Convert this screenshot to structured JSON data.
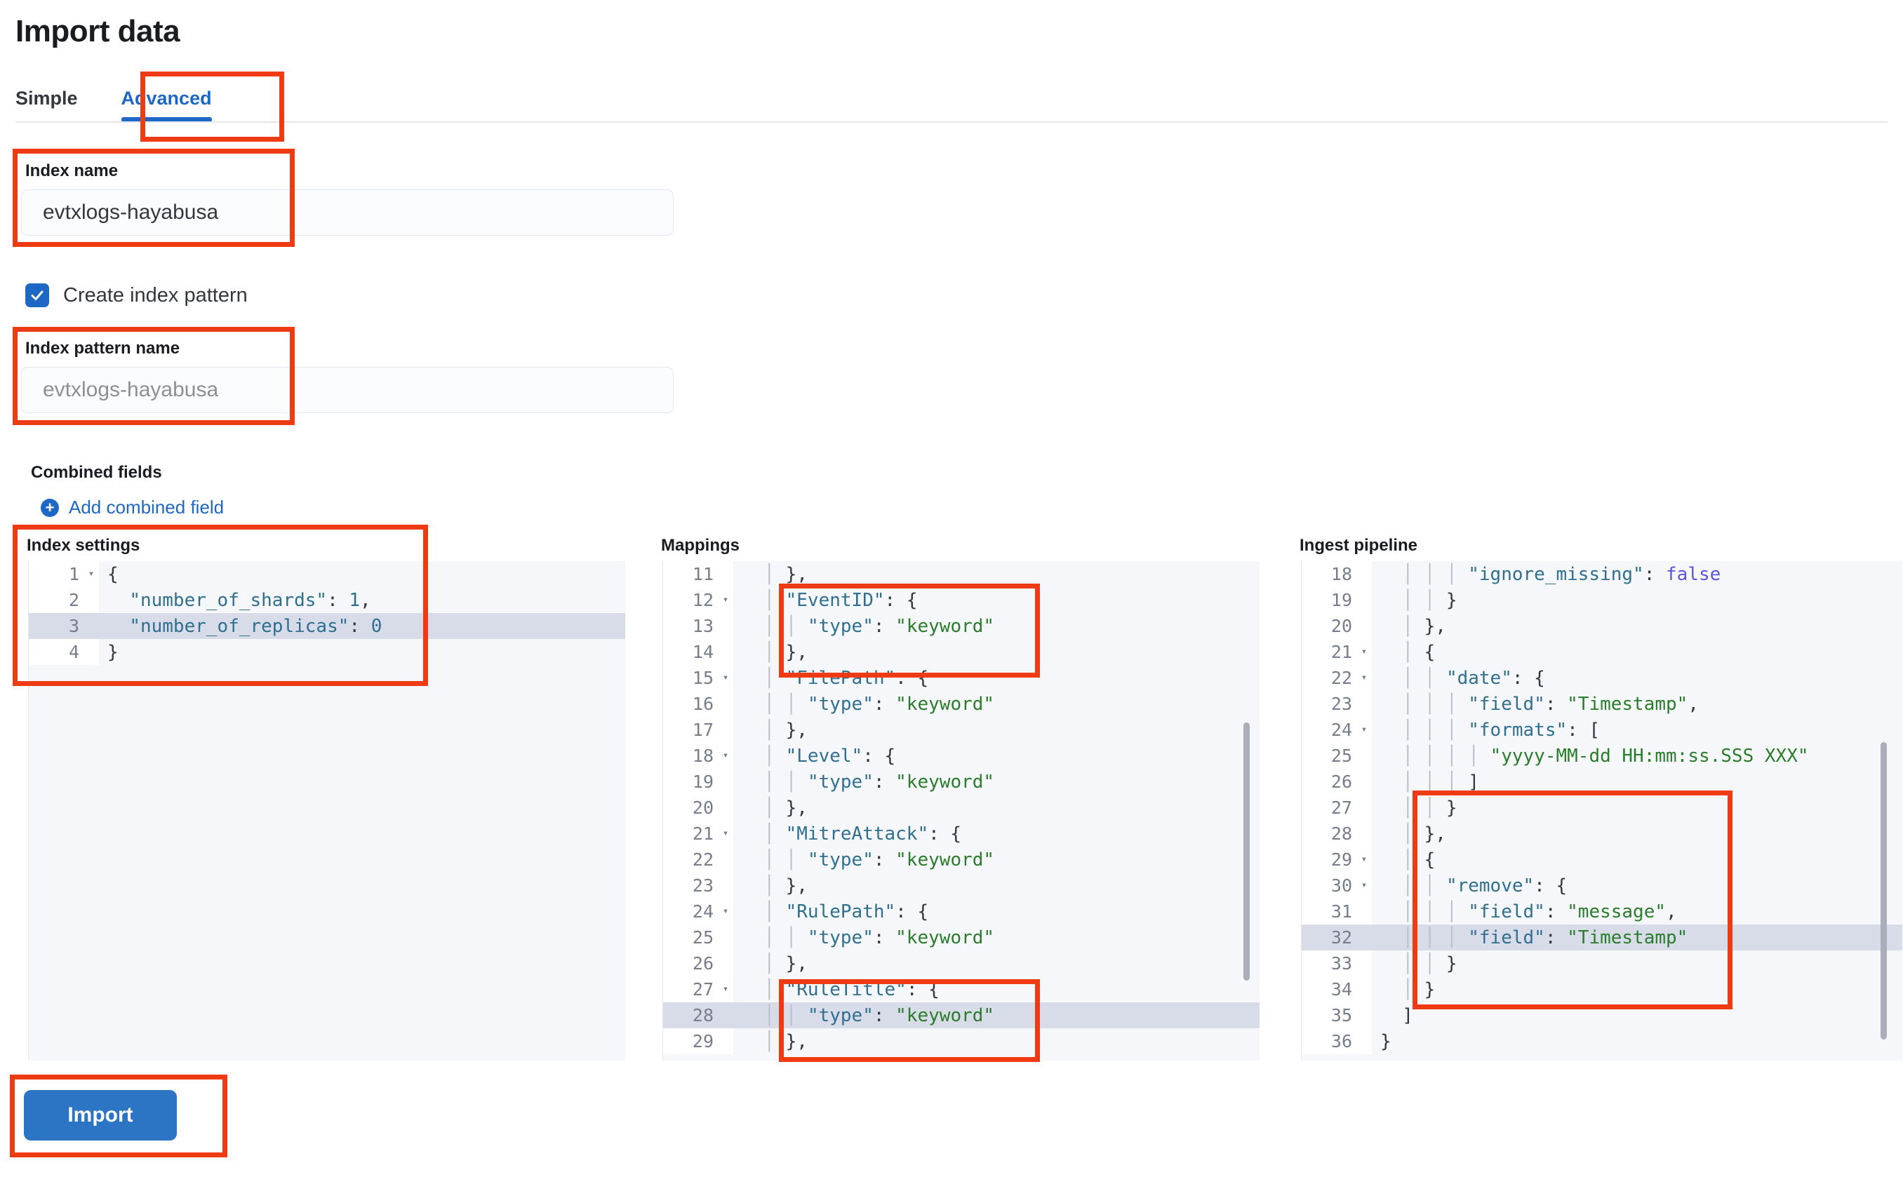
{
  "page": {
    "title": "Import data"
  },
  "tabs": [
    {
      "label": "Simple",
      "active": false
    },
    {
      "label": "Advanced",
      "active": true
    }
  ],
  "form": {
    "index_name": {
      "label": "Index name",
      "value": "evtxlogs-hayabusa"
    },
    "create_index_pattern": {
      "label": "Create index pattern",
      "checked": true
    },
    "index_pattern_name": {
      "label": "Index pattern name",
      "placeholder": "evtxlogs-hayabusa"
    },
    "combined_fields": {
      "label": "Combined fields",
      "add_link": "Add combined field"
    }
  },
  "editors": {
    "index_settings": {
      "title": "Index settings",
      "lines": [
        {
          "num": "1",
          "fold": true,
          "text": "{"
        },
        {
          "num": "2",
          "fold": false,
          "text": "  \"number_of_shards\": 1,"
        },
        {
          "num": "3",
          "fold": false,
          "text": "  \"number_of_replicas\": 0",
          "highlight": true
        },
        {
          "num": "4",
          "fold": false,
          "text": "}"
        }
      ]
    },
    "mappings": {
      "title": "Mappings",
      "lines": [
        {
          "num": "11",
          "fold": false,
          "text": "    },"
        },
        {
          "num": "12",
          "fold": true,
          "text": "    \"EventID\": {"
        },
        {
          "num": "13",
          "fold": false,
          "text": "      \"type\": \"keyword\""
        },
        {
          "num": "14",
          "fold": false,
          "text": "    },"
        },
        {
          "num": "15",
          "fold": true,
          "text": "    \"FilePath\": {"
        },
        {
          "num": "16",
          "fold": false,
          "text": "      \"type\": \"keyword\""
        },
        {
          "num": "17",
          "fold": false,
          "text": "    },"
        },
        {
          "num": "18",
          "fold": true,
          "text": "    \"Level\": {"
        },
        {
          "num": "19",
          "fold": false,
          "text": "      \"type\": \"keyword\""
        },
        {
          "num": "20",
          "fold": false,
          "text": "    },"
        },
        {
          "num": "21",
          "fold": true,
          "text": "    \"MitreAttack\": {"
        },
        {
          "num": "22",
          "fold": false,
          "text": "      \"type\": \"keyword\""
        },
        {
          "num": "23",
          "fold": false,
          "text": "    },"
        },
        {
          "num": "24",
          "fold": true,
          "text": "    \"RulePath\": {"
        },
        {
          "num": "25",
          "fold": false,
          "text": "      \"type\": \"keyword\""
        },
        {
          "num": "26",
          "fold": false,
          "text": "    },"
        },
        {
          "num": "27",
          "fold": true,
          "text": "    \"RuleTitle\": {"
        },
        {
          "num": "28",
          "fold": false,
          "text": "      \"type\": \"keyword\"",
          "highlight": true
        },
        {
          "num": "29",
          "fold": false,
          "text": "    },"
        }
      ]
    },
    "ingest_pipeline": {
      "title": "Ingest pipeline",
      "lines": [
        {
          "num": "18",
          "fold": false,
          "text": "        \"ignore_missing\": false"
        },
        {
          "num": "19",
          "fold": false,
          "text": "      }"
        },
        {
          "num": "20",
          "fold": false,
          "text": "    },"
        },
        {
          "num": "21",
          "fold": true,
          "text": "    {"
        },
        {
          "num": "22",
          "fold": true,
          "text": "      \"date\": {"
        },
        {
          "num": "23",
          "fold": false,
          "text": "        \"field\": \"Timestamp\","
        },
        {
          "num": "24",
          "fold": true,
          "text": "        \"formats\": ["
        },
        {
          "num": "25",
          "fold": false,
          "text": "          \"yyyy-MM-dd HH:mm:ss.SSS XXX\""
        },
        {
          "num": "26",
          "fold": false,
          "text": "        ]"
        },
        {
          "num": "27",
          "fold": false,
          "text": "      }"
        },
        {
          "num": "28",
          "fold": false,
          "text": "    },"
        },
        {
          "num": "29",
          "fold": true,
          "text": "    {"
        },
        {
          "num": "30",
          "fold": true,
          "text": "      \"remove\": {"
        },
        {
          "num": "31",
          "fold": false,
          "text": "        \"field\": \"message\","
        },
        {
          "num": "32",
          "fold": false,
          "text": "        \"field\": \"Timestamp\"",
          "highlight": true
        },
        {
          "num": "33",
          "fold": false,
          "text": "      }"
        },
        {
          "num": "34",
          "fold": false,
          "text": "    }"
        },
        {
          "num": "35",
          "fold": false,
          "text": "  ]"
        },
        {
          "num": "36",
          "fold": false,
          "text": "}"
        }
      ]
    }
  },
  "actions": {
    "import_label": "Import"
  },
  "colors": {
    "accent": "#1d68c4",
    "annotation": "#ee3b14",
    "primary_button": "#2c75c4",
    "code_key": "#2f6f8f",
    "code_string": "#2a7d2a",
    "code_boolean": "#5a56d6"
  }
}
